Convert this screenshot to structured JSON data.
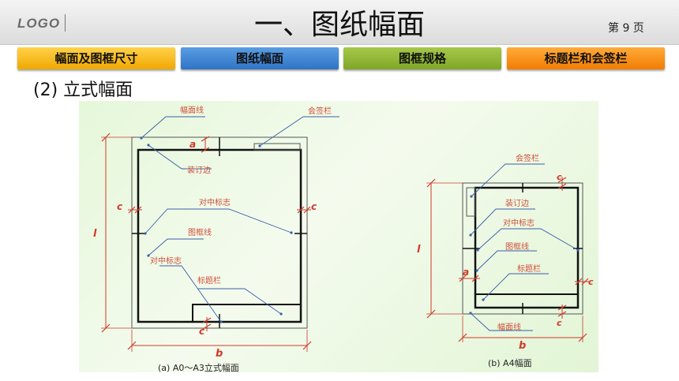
{
  "header": {
    "logo": "LOGO",
    "title": "一、图纸幅面",
    "page": "第 9 页"
  },
  "tabs": [
    {
      "label": "幅面及图框尺寸",
      "color": "#f5b800"
    },
    {
      "label": "图纸幅面",
      "color": "#3a80d2"
    },
    {
      "label": "图框规格",
      "color": "#8db433"
    },
    {
      "label": "标题栏和会签栏",
      "color": "#f58a10"
    }
  ],
  "subtitle": "(2) 立式幅面",
  "figure": {
    "left": {
      "labels": {
        "sheet_line": "幅面线",
        "sign_block": "会签栏",
        "binding_edge": "装订边",
        "center_mark_right": "对中标志",
        "frame_line": "图框线",
        "center_mark_left": "对中标志",
        "title_block": "标题栏"
      },
      "dims": {
        "a": "a",
        "c_left": "c",
        "c_right": "c",
        "c_bottom": "c",
        "l": "l",
        "b": "b"
      },
      "caption": "(a)  A0～A3立式幅面"
    },
    "right": {
      "labels": {
        "sign_block": "会签栏",
        "binding_edge": "装订边",
        "center_mark": "对中标志",
        "frame_line": "图框线",
        "title_block": "标题栏",
        "sheet_line": "幅面线"
      },
      "dims": {
        "c_top": "c",
        "a": "a",
        "c_right": "c",
        "c_bottom": "c",
        "l": "l",
        "b": "b"
      },
      "caption": "(b)  A4幅面"
    },
    "colors": {
      "label": "#d0503c",
      "leader": "#3a5fa8",
      "dim": "#d03a2a",
      "frame": "#111111"
    }
  }
}
